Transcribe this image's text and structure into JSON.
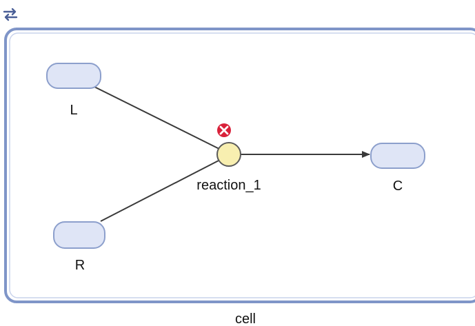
{
  "compartment": {
    "name": "cell"
  },
  "species": [
    {
      "id": "L",
      "label": "L"
    },
    {
      "id": "R",
      "label": "R"
    },
    {
      "id": "C",
      "label": "C"
    }
  ],
  "reaction": {
    "id": "reaction_1",
    "label": "reaction_1",
    "status_icon": "error-icon"
  },
  "edges": [
    {
      "from": "L",
      "to": "reaction_1",
      "kind": "reactant"
    },
    {
      "from": "R",
      "to": "reaction_1",
      "kind": "reactant"
    },
    {
      "from": "reaction_1",
      "to": "C",
      "kind": "product"
    }
  ],
  "toolbar": {
    "corner_icon": "loop-icon"
  },
  "colors": {
    "compartment_border": "#7f95c8",
    "species_fill": "#dfe5f6",
    "species_stroke": "#8c9fcc",
    "reaction_fill": "#f8efb0",
    "reaction_stroke": "#5a5a5a",
    "edge": "#3a3a3a",
    "error": "#d9213a"
  }
}
